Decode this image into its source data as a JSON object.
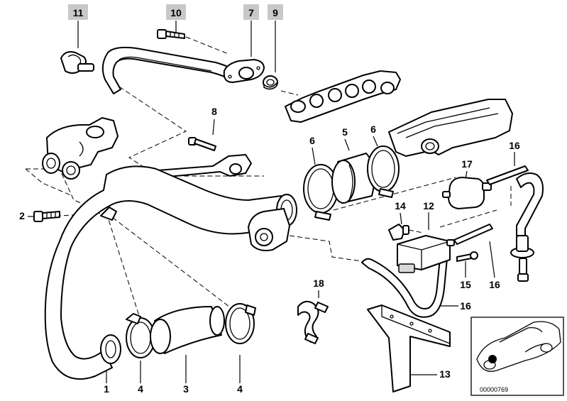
{
  "callouts": {
    "c11": "11",
    "c10": "10",
    "c7": "7",
    "c9": "9",
    "c8": "8",
    "c5": "5",
    "c6a": "6",
    "c6b": "6",
    "c17": "17",
    "c16a": "16",
    "c2": "2",
    "c14": "14",
    "c12": "12",
    "c15": "15",
    "c16b": "16",
    "c18": "18",
    "c16c": "16",
    "c1": "1",
    "c4a": "4",
    "c3": "3",
    "c4b": "4",
    "c13": "13"
  },
  "inset": {
    "code": "00000769"
  },
  "colors": {
    "callout_highlight": "#c8c8c8",
    "line": "#000000",
    "inset_marker": "#000000"
  }
}
